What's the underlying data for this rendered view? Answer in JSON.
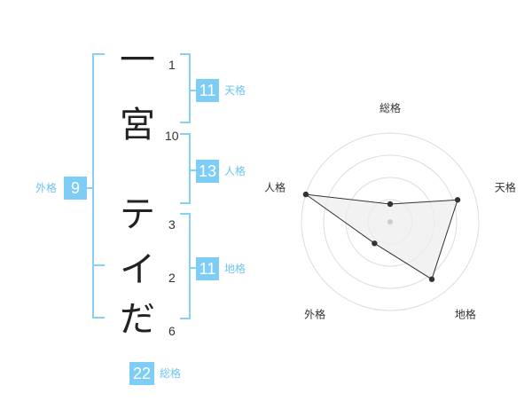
{
  "name": {
    "characters": [
      {
        "char": "一",
        "strokes": "1"
      },
      {
        "char": "宮",
        "strokes": "10"
      },
      {
        "char": "テ",
        "strokes": "3"
      },
      {
        "char": "イ",
        "strokes": "2"
      },
      {
        "char": "だ",
        "strokes": "6"
      }
    ]
  },
  "fortune": {
    "tenkaku": {
      "value": "11",
      "label": "天格"
    },
    "jinkaku": {
      "value": "13",
      "label": "人格"
    },
    "chikaku": {
      "value": "11",
      "label": "地格"
    },
    "gaikaku": {
      "value": "9",
      "label": "外格"
    },
    "soukaku": {
      "value": "22",
      "label": "総格"
    }
  },
  "colors": {
    "accent": "#7dcdf7",
    "bracket": "#87d0f4",
    "label": "#6cc4ee",
    "radar_fill": "#eeeeee"
  },
  "chart_data": {
    "type": "radar",
    "axes": [
      "総格",
      "天格",
      "地格",
      "外格",
      "人格"
    ],
    "values": [
      0.2,
      0.8,
      0.8,
      0.3,
      1.0
    ],
    "range": [
      0,
      1
    ],
    "rings": 4
  }
}
